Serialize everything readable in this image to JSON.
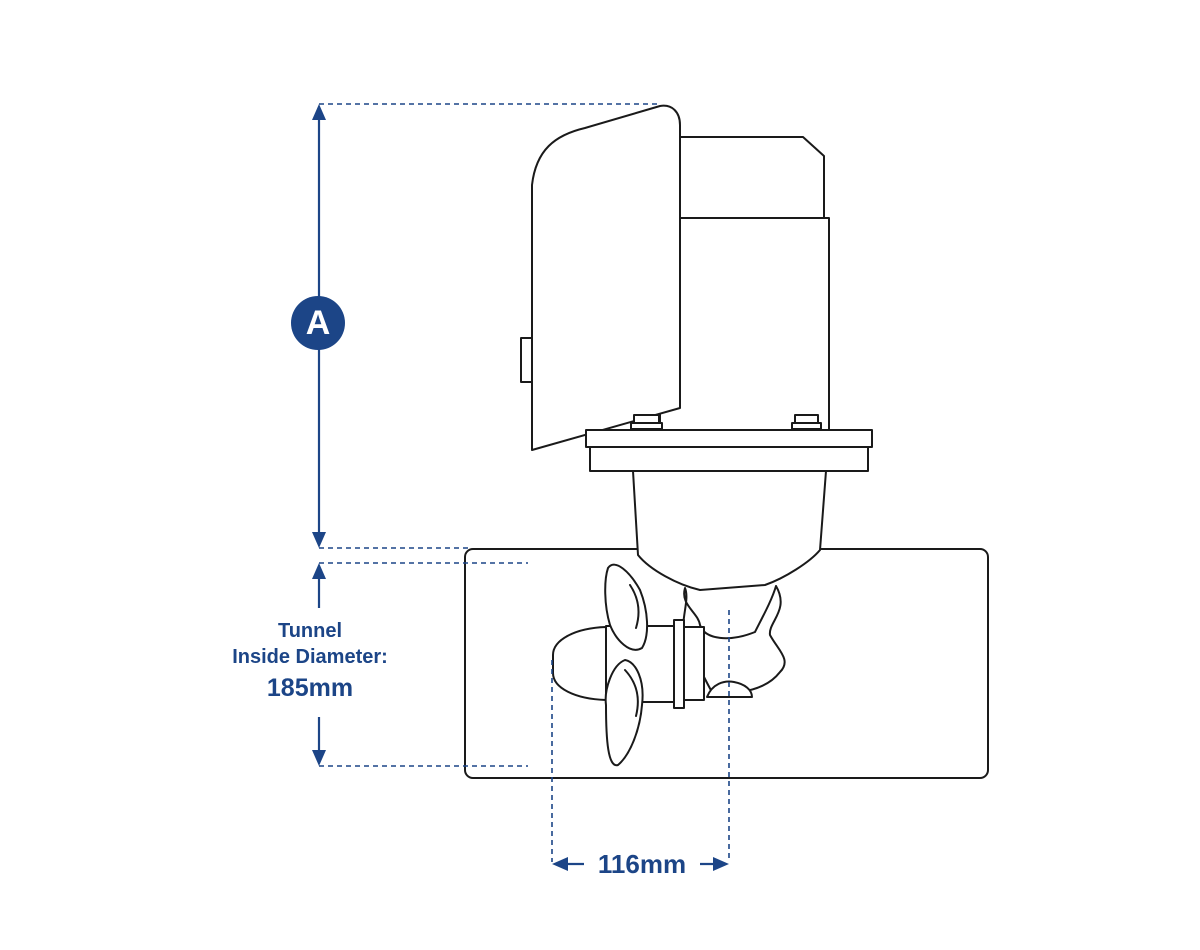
{
  "labels": {
    "height_marker": "A",
    "tunnel_line1": "Tunnel",
    "tunnel_line2": "Inside Diameter:",
    "tunnel_value": "185mm",
    "width_value": "116mm"
  },
  "colors": {
    "dimension": "#1c4587",
    "outline": "#1a1a1a",
    "badge_text": "#ffffff"
  }
}
